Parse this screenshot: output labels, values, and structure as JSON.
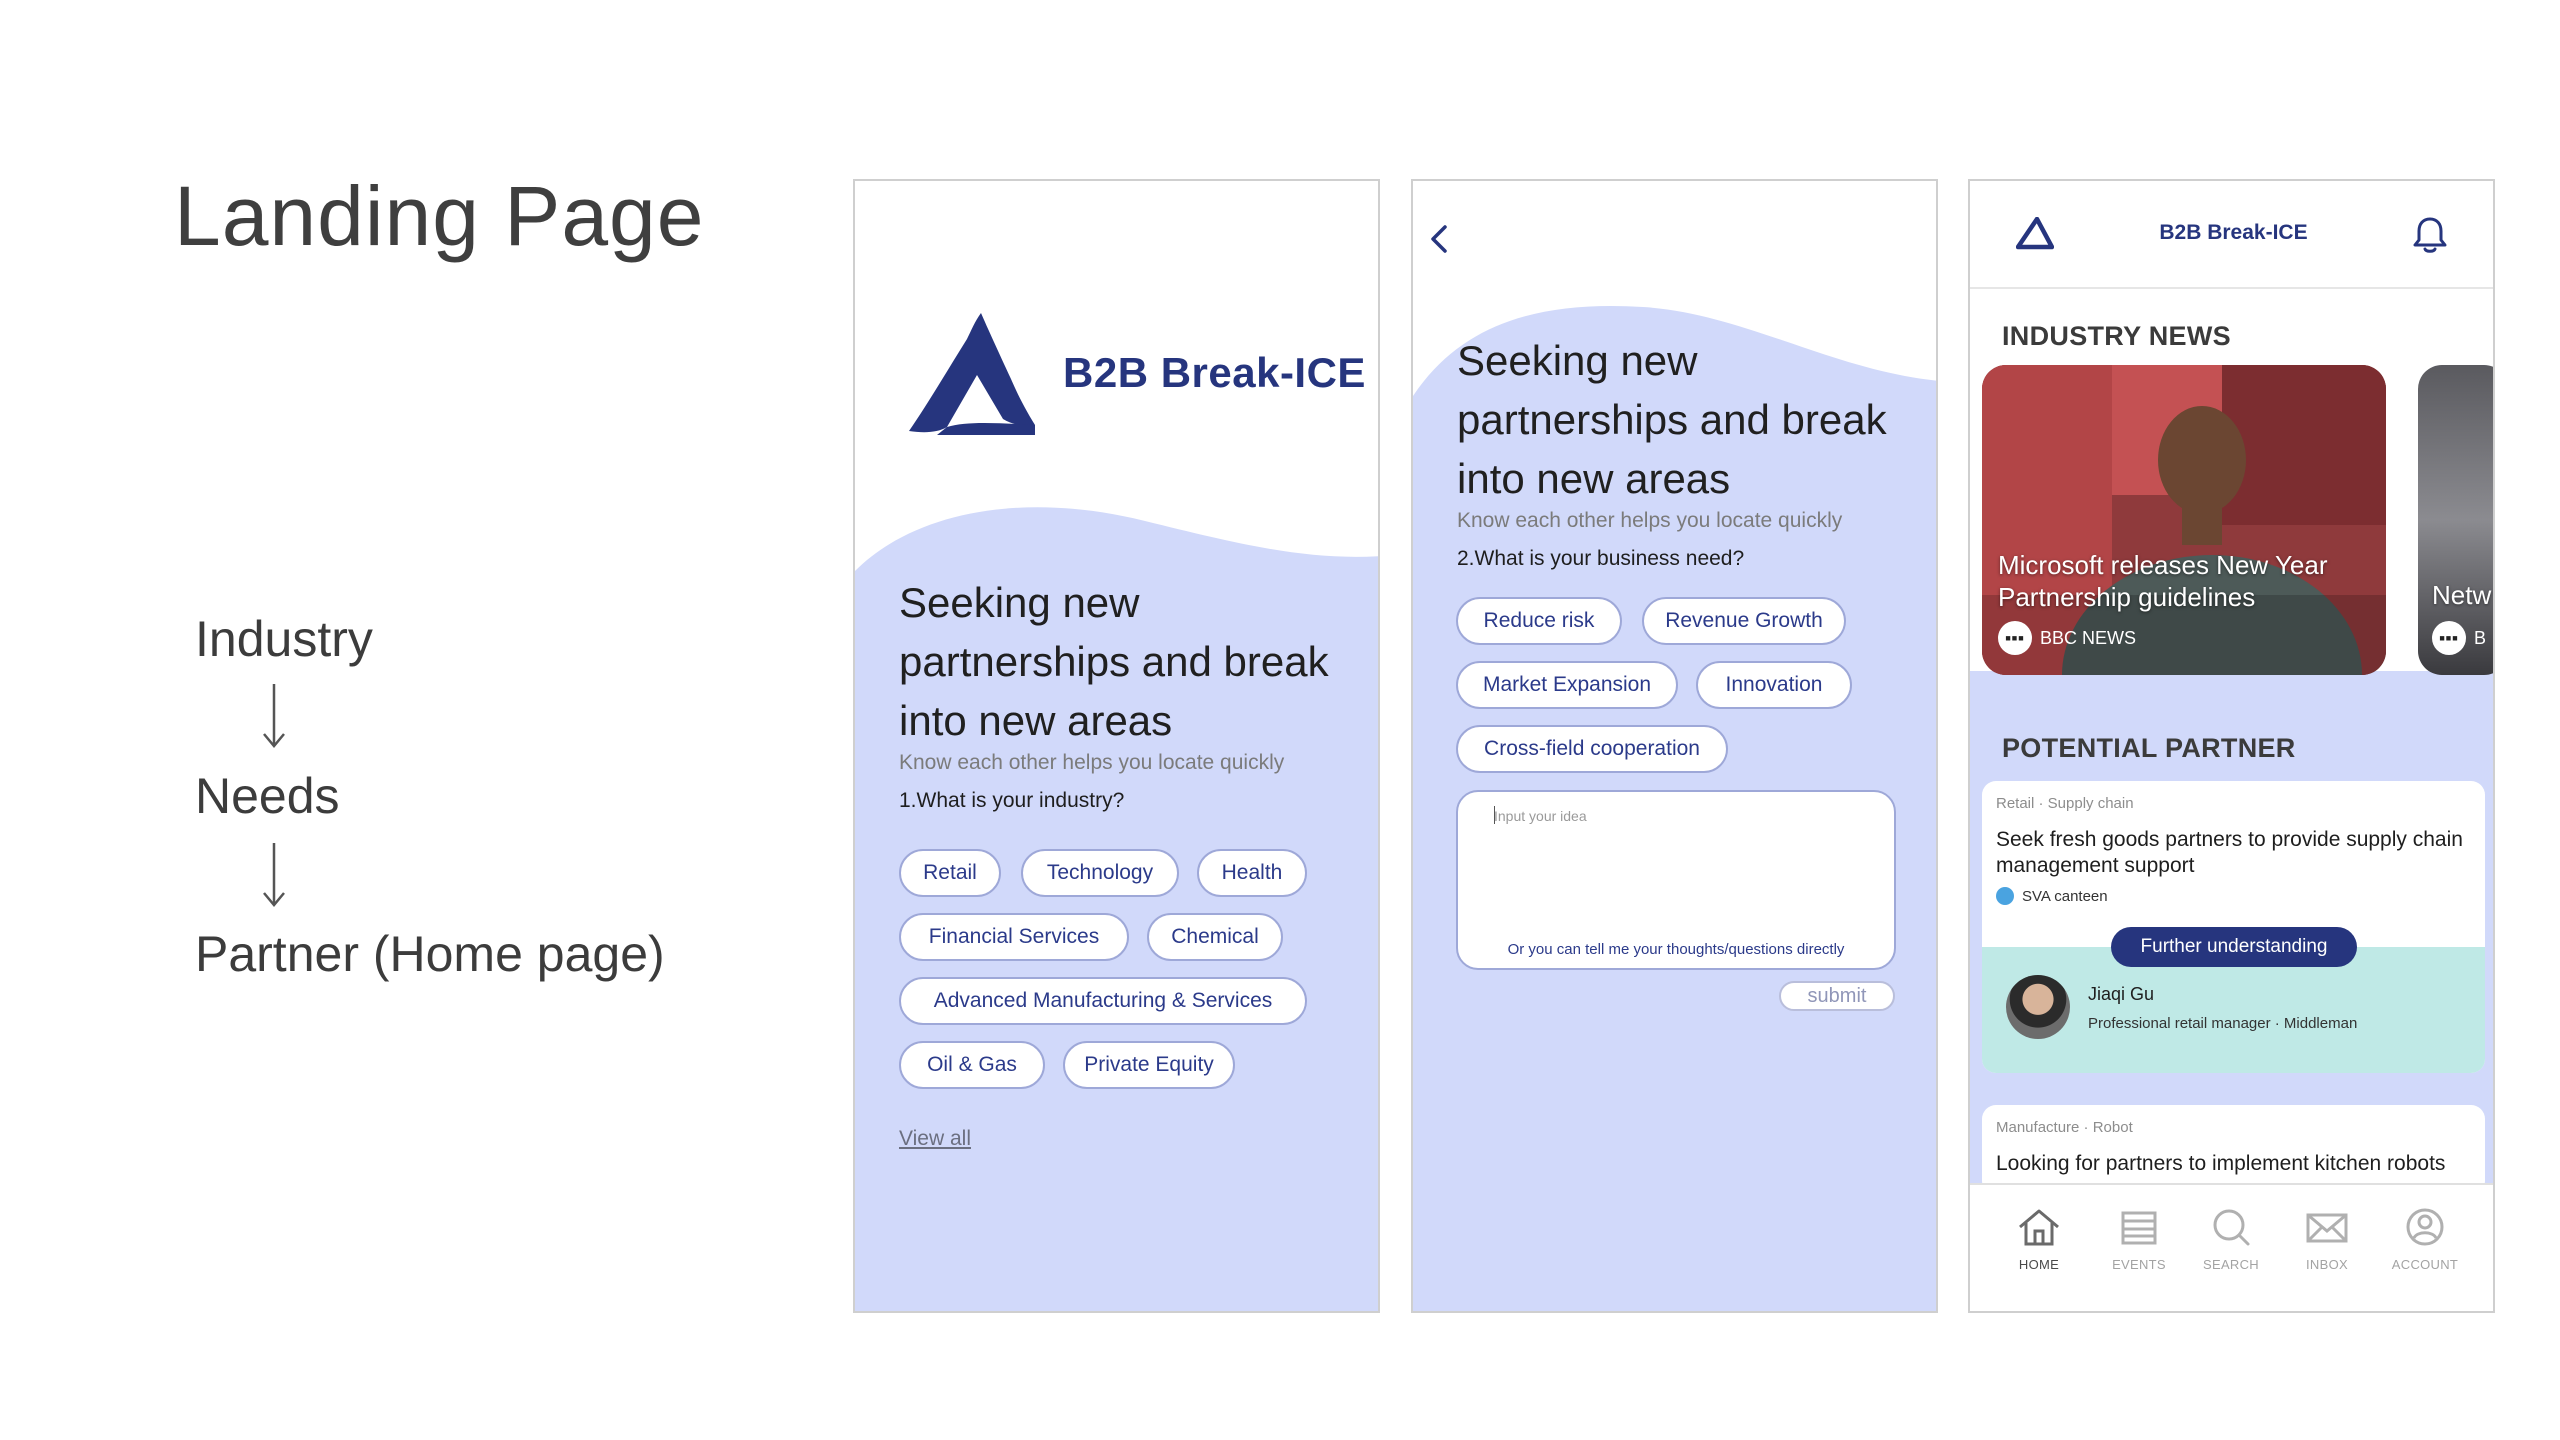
{
  "left": {
    "title": "Landing Page",
    "flow": [
      "Industry",
      "Needs",
      "Partner (Home page)"
    ]
  },
  "brand": {
    "name": "B2B Break-ICE",
    "color": "#26357e"
  },
  "screen1": {
    "headline": "Seeking new partnerships and break into new areas",
    "subline": "Know each other helps you locate quickly",
    "question": "1.What is your industry?",
    "chips": [
      "Retail",
      "Technology",
      "Health",
      "Financial Services",
      "Chemical",
      "Advanced Manufacturing & Services",
      "Oil & Gas",
      "Private Equity"
    ],
    "view_all": "View all"
  },
  "screen2": {
    "headline": "Seeking new partnerships and break into new areas",
    "subline": "Know each other helps you locate quickly",
    "question": "2.What is your business need?",
    "chips": [
      "Reduce risk",
      "Revenue Growth",
      "Market Expansion",
      "Innovation",
      "Cross-field cooperation"
    ],
    "input_placeholder": "Input your idea",
    "input_hint": "Or you can tell me your thoughts/questions directly",
    "submit_label": "submit"
  },
  "screen3": {
    "header_title": "B2B Break-ICE",
    "industry_news_title": "INDUSTRY NEWS",
    "news": [
      {
        "title": "Microsoft releases New Year Partnership guidelines",
        "source": "BBC NEWS"
      },
      {
        "title": "Netw",
        "source": "B"
      }
    ],
    "partner_title": "POTENTIAL PARTNER",
    "partners": [
      {
        "tag": "Retail · Supply chain",
        "title": "Seek fresh goods partners to provide supply chain management support",
        "company": "SVA canteen",
        "button": "Further understanding",
        "person_name": "Jiaqi Gu",
        "person_role": "Professional retail manager · Middleman"
      },
      {
        "tag": "Manufacture · Robot",
        "title": "Looking for partners to implement kitchen robots"
      }
    ],
    "tabs": [
      "HOME",
      "EVENTS",
      "SEARCH",
      "INBOX",
      "ACCOUNT"
    ]
  }
}
